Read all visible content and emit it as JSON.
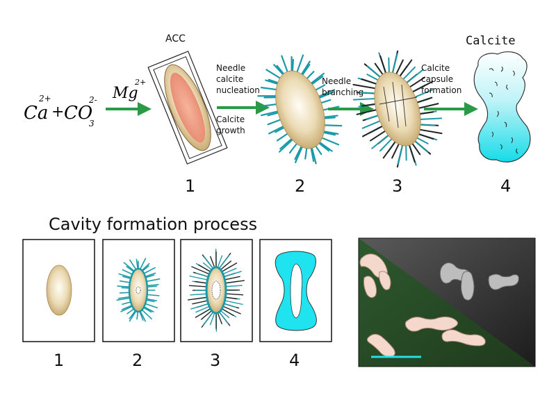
{
  "reaction": {
    "ca": "Ca",
    "ca_charge": "2+",
    "plus": "+",
    "co": "CO",
    "co_sub": "3",
    "co_charge": "2-",
    "mg": "Mg",
    "mg_charge": "2+"
  },
  "stages": {
    "acc_label": "ACC",
    "calcite_label": "Calcite",
    "numbers": [
      "1",
      "2",
      "3",
      "4"
    ]
  },
  "steps": {
    "nucleation": [
      "Needle",
      "calcite",
      "nucleation"
    ],
    "growth": [
      "Calcite",
      "growth"
    ],
    "branching": [
      "Needle",
      "branching"
    ],
    "capsule": [
      "Calcite",
      "capsule",
      "formation"
    ]
  },
  "cavity": {
    "title": "Cavity formation process",
    "numbers": [
      "1",
      "2",
      "3",
      "4"
    ]
  },
  "colors": {
    "arrow": "#2a9a48",
    "needle": "#1a9aa8",
    "calcite": "#1fe3ee",
    "acc_pink": "#ec9a82",
    "beige": "#e9d6ad"
  }
}
